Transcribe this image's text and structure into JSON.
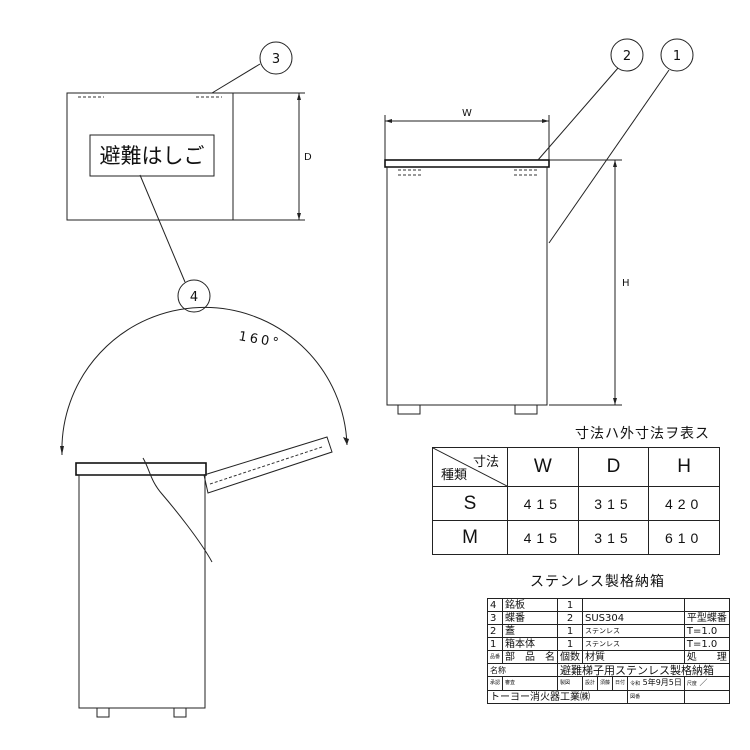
{
  "callouts": [
    "1",
    "2",
    "3",
    "4"
  ],
  "dimension_labels": {
    "w": "W",
    "d": "D",
    "h": "H"
  },
  "sign_text": "避難はしご",
  "angle_label": "160°",
  "dimension_table": {
    "title": "寸法ハ外寸法ヲ表ス",
    "corner_top": "寸法",
    "corner_bottom": "種類",
    "columns": [
      "W",
      "D",
      "H"
    ],
    "rows": [
      {
        "type": "S",
        "values": [
          "415",
          "315",
          "420"
        ]
      },
      {
        "type": "M",
        "values": [
          "415",
          "315",
          "610"
        ]
      }
    ]
  },
  "drawing_title": "ステンレス製格納箱",
  "parts_list": {
    "rows": [
      {
        "no": "4",
        "name": "銘板",
        "qty": "1",
        "material": "",
        "treatment": ""
      },
      {
        "no": "3",
        "name": "蝶番",
        "qty": "2",
        "material": "SUS304",
        "treatment": "平型蝶番"
      },
      {
        "no": "2",
        "name": "蓋",
        "qty": "1",
        "material": "ステンレス",
        "treatment": "T=1.0"
      },
      {
        "no": "1",
        "name": "箱本体",
        "qty": "1",
        "material": "ステンレス",
        "treatment": "T=1.0"
      }
    ],
    "header": {
      "no": "品番",
      "name": "部　品　名",
      "qty": "個数",
      "material": "材質",
      "treatment": "処　　理"
    },
    "name_label": "名称",
    "name_value": "避難梯子用ステンレス製格納箱",
    "approval_cells": [
      "承認",
      "審査",
      "製図",
      "設計",
      "製図",
      "須藤",
      "日付",
      "令和"
    ],
    "date": "5年9月5日",
    "scale_label": "尺度",
    "scale_value": "／",
    "company": "トーヨー消火器工業㈱",
    "drawing_no_label": "図番"
  }
}
